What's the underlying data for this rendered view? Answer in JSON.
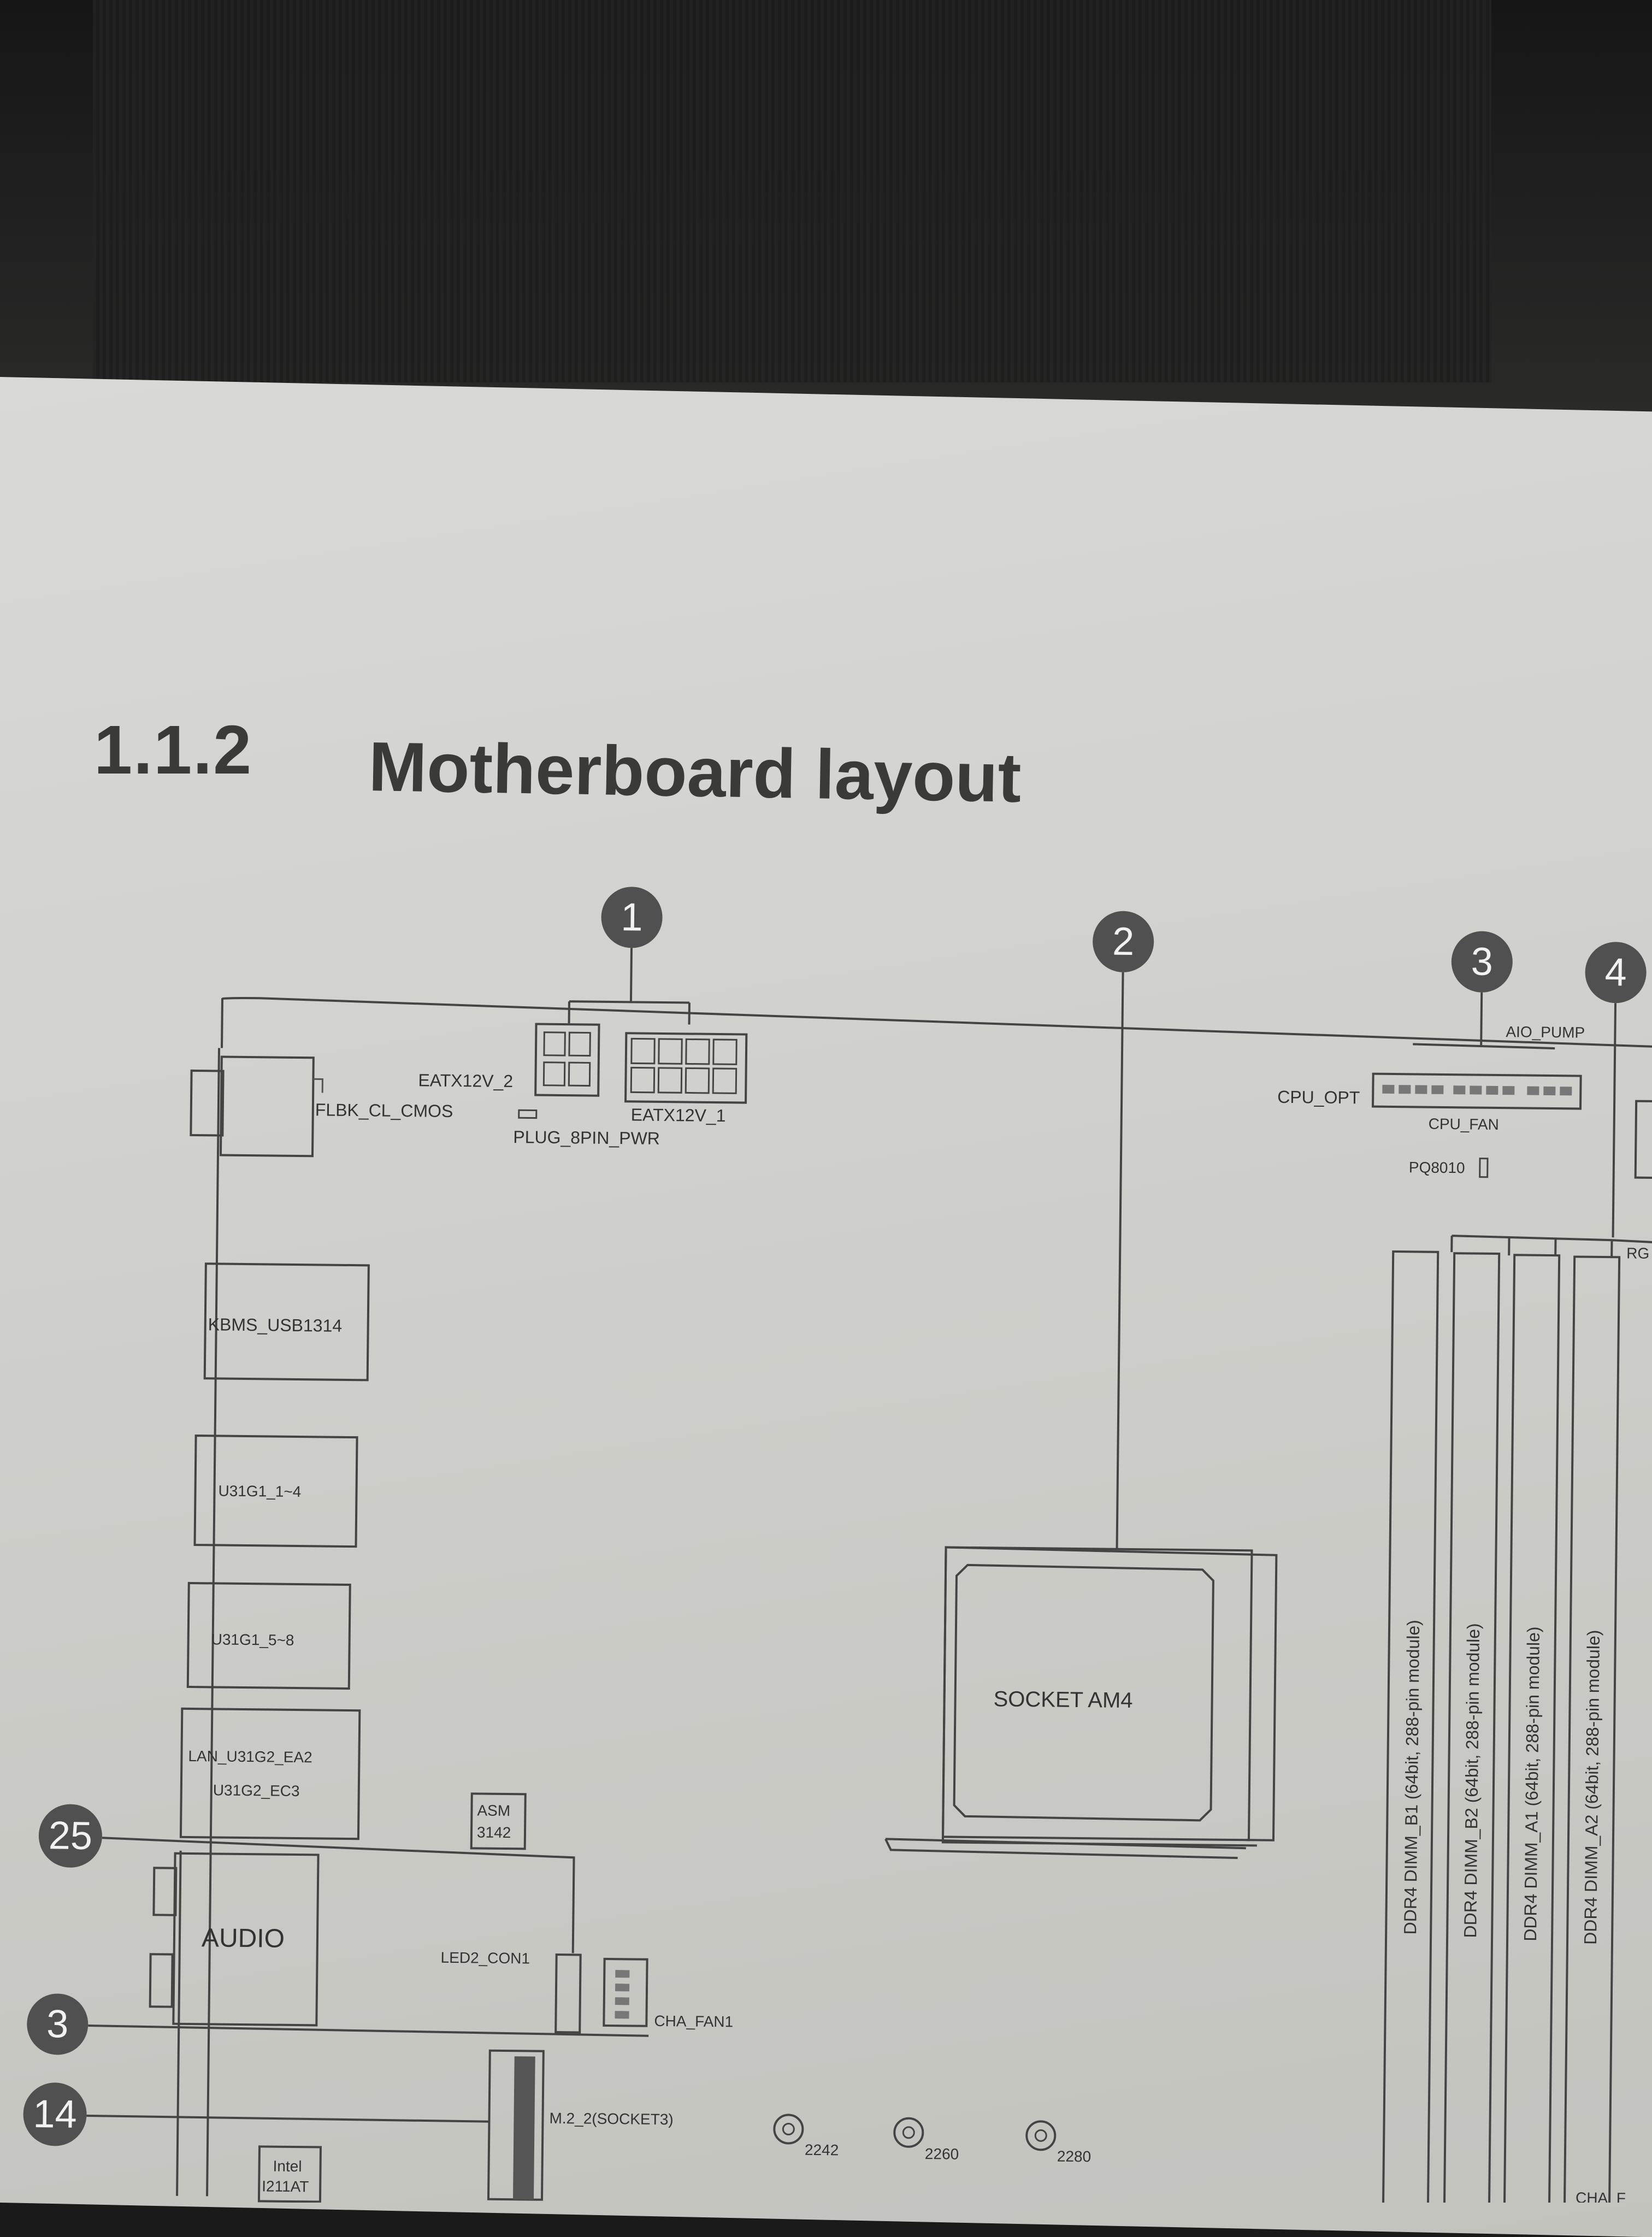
{
  "heading": {
    "number": "1.1.2",
    "title": "Motherboard layout"
  },
  "callouts": [
    "1",
    "2",
    "3",
    "4",
    "25",
    "3",
    "14"
  ],
  "components": {
    "eatx12v_2": "EATX12V_2",
    "eatx12v_1": "EATX12V_1",
    "plug_8pin_pwr": "PLUG_8PIN_PWR",
    "flbk_cl_cmos": "FLBK_CL_CMOS",
    "cpu_opt": "CPU_OPT",
    "aio_pump": "AIO_PUMP",
    "cpu_fan": "CPU_FAN",
    "pq8010": "PQ8010",
    "rg_partial": "RG",
    "kbms_usb1314": "KBMS_USB1314",
    "u31g1_1_4": "U31G1_1~4",
    "u31g1_5_8": "U31G1_5~8",
    "lan_line1": "LAN_U31G2_EA2",
    "lan_line2": "U31G2_EC3",
    "asm_line1": "ASM",
    "asm_line2": "3142",
    "audio": "AUDIO",
    "led2_con1": "LED2_CON1",
    "cha_fan1": "CHA_FAN1",
    "m2_2": "M.2_2(SOCKET3)",
    "m2_2242": "2242",
    "m2_2260": "2260",
    "m2_2280": "2280",
    "intel_line1": "Intel",
    "intel_line2": "I211AT",
    "socket": "SOCKET AM4",
    "cha_partial": "CHA_F"
  },
  "dimms": [
    "DDR4 DIMM_B1 (64bit, 288-pin module)",
    "DDR4 DIMM_B2 (64bit, 288-pin module)",
    "DDR4 DIMM_A1 (64bit, 288-pin module)",
    "DDR4 DIMM_A2 (64bit, 288-pin module)"
  ]
}
